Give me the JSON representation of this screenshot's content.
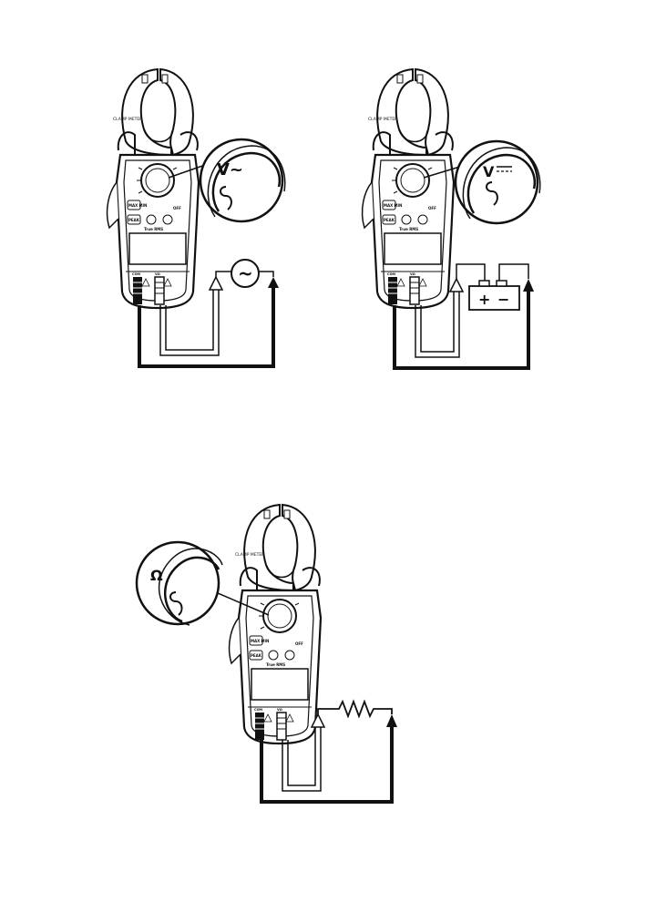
{
  "diagrams": [
    {
      "id": "ac-voltage",
      "zoom_label": "V~",
      "source_symbol": "~",
      "meter": {
        "clamp_marks": [
          "I",
          "I"
        ],
        "side_label_left": "CLAMP METER",
        "side_label_right": "",
        "buttons": [
          "MAX MIN",
          "PEAK",
          "OFF"
        ],
        "display_label": "True RMS",
        "jack_labels": [
          "COM",
          "VΩ"
        ]
      }
    },
    {
      "id": "dc-voltage",
      "zoom_label": "V",
      "source_symbol": "battery",
      "battery_plus": "+",
      "battery_minus": "−",
      "meter": {
        "clamp_marks": [
          "I",
          "I"
        ],
        "side_label_left": "CLAMP METER",
        "side_label_right": "",
        "buttons": [
          "MAX MIN",
          "PEAK",
          "OFF"
        ],
        "display_label": "True RMS",
        "jack_labels": [
          "COM",
          "VΩ"
        ]
      }
    },
    {
      "id": "resistance",
      "zoom_label": "Ω",
      "source_symbol": "resistor",
      "meter": {
        "clamp_marks": [
          "I",
          "I"
        ],
        "side_label_left": "CLAMP METER",
        "side_label_right": "",
        "buttons": [
          "MAX MIN",
          "PEAK",
          "OFF"
        ],
        "display_label": "True RMS",
        "jack_labels": [
          "COM",
          "VΩ"
        ]
      }
    }
  ]
}
